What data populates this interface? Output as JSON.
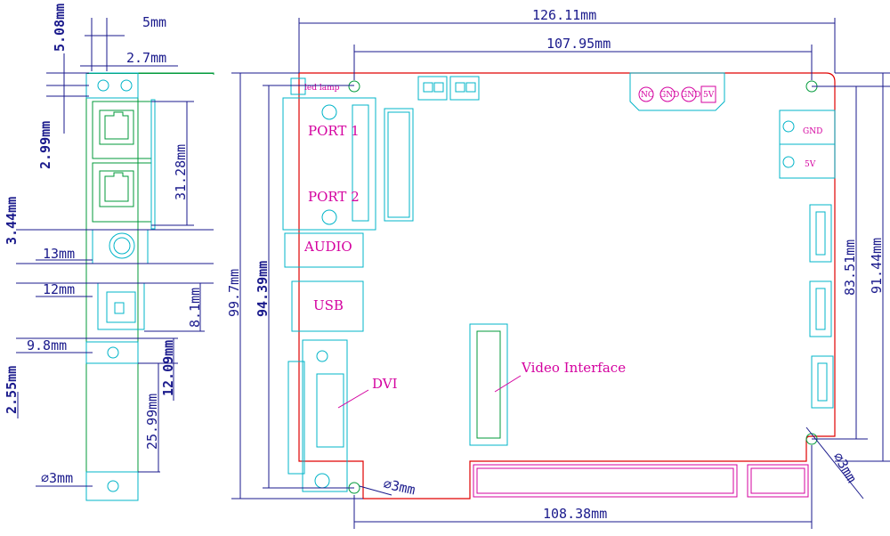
{
  "colors": {
    "dimension": "#1a1a8c",
    "outline": "#009a3a",
    "component": "#00b4c8",
    "board_edge": "#e00000",
    "label": "#d4009f"
  },
  "side_view": {
    "d_5mm": "5mm",
    "d_5_08mm": "5.08mm",
    "d_2_7mm": "2.7mm",
    "d_2_99mm": "2.99mm",
    "d_31_28mm": "31.28mm",
    "d_3_44mm": "3.44mm",
    "d_13mm": "13mm",
    "d_12mm": "12mm",
    "d_8_1mm": "8.1mm",
    "d_9_8mm": "9.8mm",
    "d_2_55mm": "2.55mm",
    "d_12_09mm": "12.09mm",
    "d_25_99mm": "25.99mm",
    "d_hole": "∅3mm"
  },
  "top_view": {
    "d_126_11mm": "126.11mm",
    "d_107_95mm": "107.95mm",
    "d_99_7mm": "99.7mm",
    "d_94_39mm": "94.39mm",
    "d_83_51mm": "83.51mm",
    "d_91_44mm": "91.44mm",
    "d_108_38mm": "108.38mm",
    "d_hole_left": "∅3mm",
    "d_hole_right": "∅3mm"
  },
  "labels": {
    "led_lamp": "led lamp",
    "port1": "PORT 1",
    "port2": "PORT 2",
    "audio": "AUDIO",
    "usb": "USB",
    "dvi": "DVI",
    "video_interface": "Video Interface",
    "pwr_nc": "NC",
    "pwr_gnd1": "GND",
    "pwr_gnd2": "GND",
    "pwr_5v": "5V",
    "side_gnd": "GND",
    "side_5v": "5V"
  }
}
